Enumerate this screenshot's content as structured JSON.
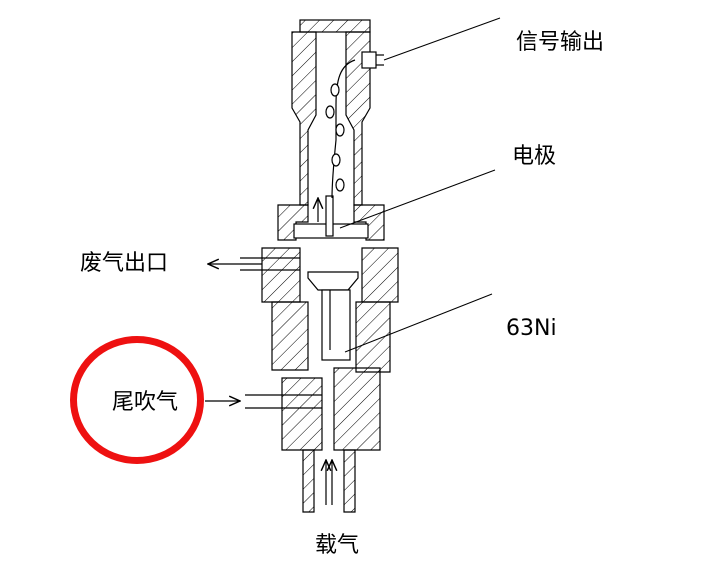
{
  "labels": {
    "signal_output": "信号输出",
    "electrode": "电极",
    "exhaust_outlet": "废气出口",
    "ni63": "63Ni",
    "tail_purge_gas": "尾吹气",
    "carrier_gas": "载气"
  },
  "colors": {
    "line": "#000000",
    "highlight": "#ee1111",
    "background": "#ffffff"
  },
  "annotations": {
    "highlight_target": "tail_purge_gas"
  }
}
